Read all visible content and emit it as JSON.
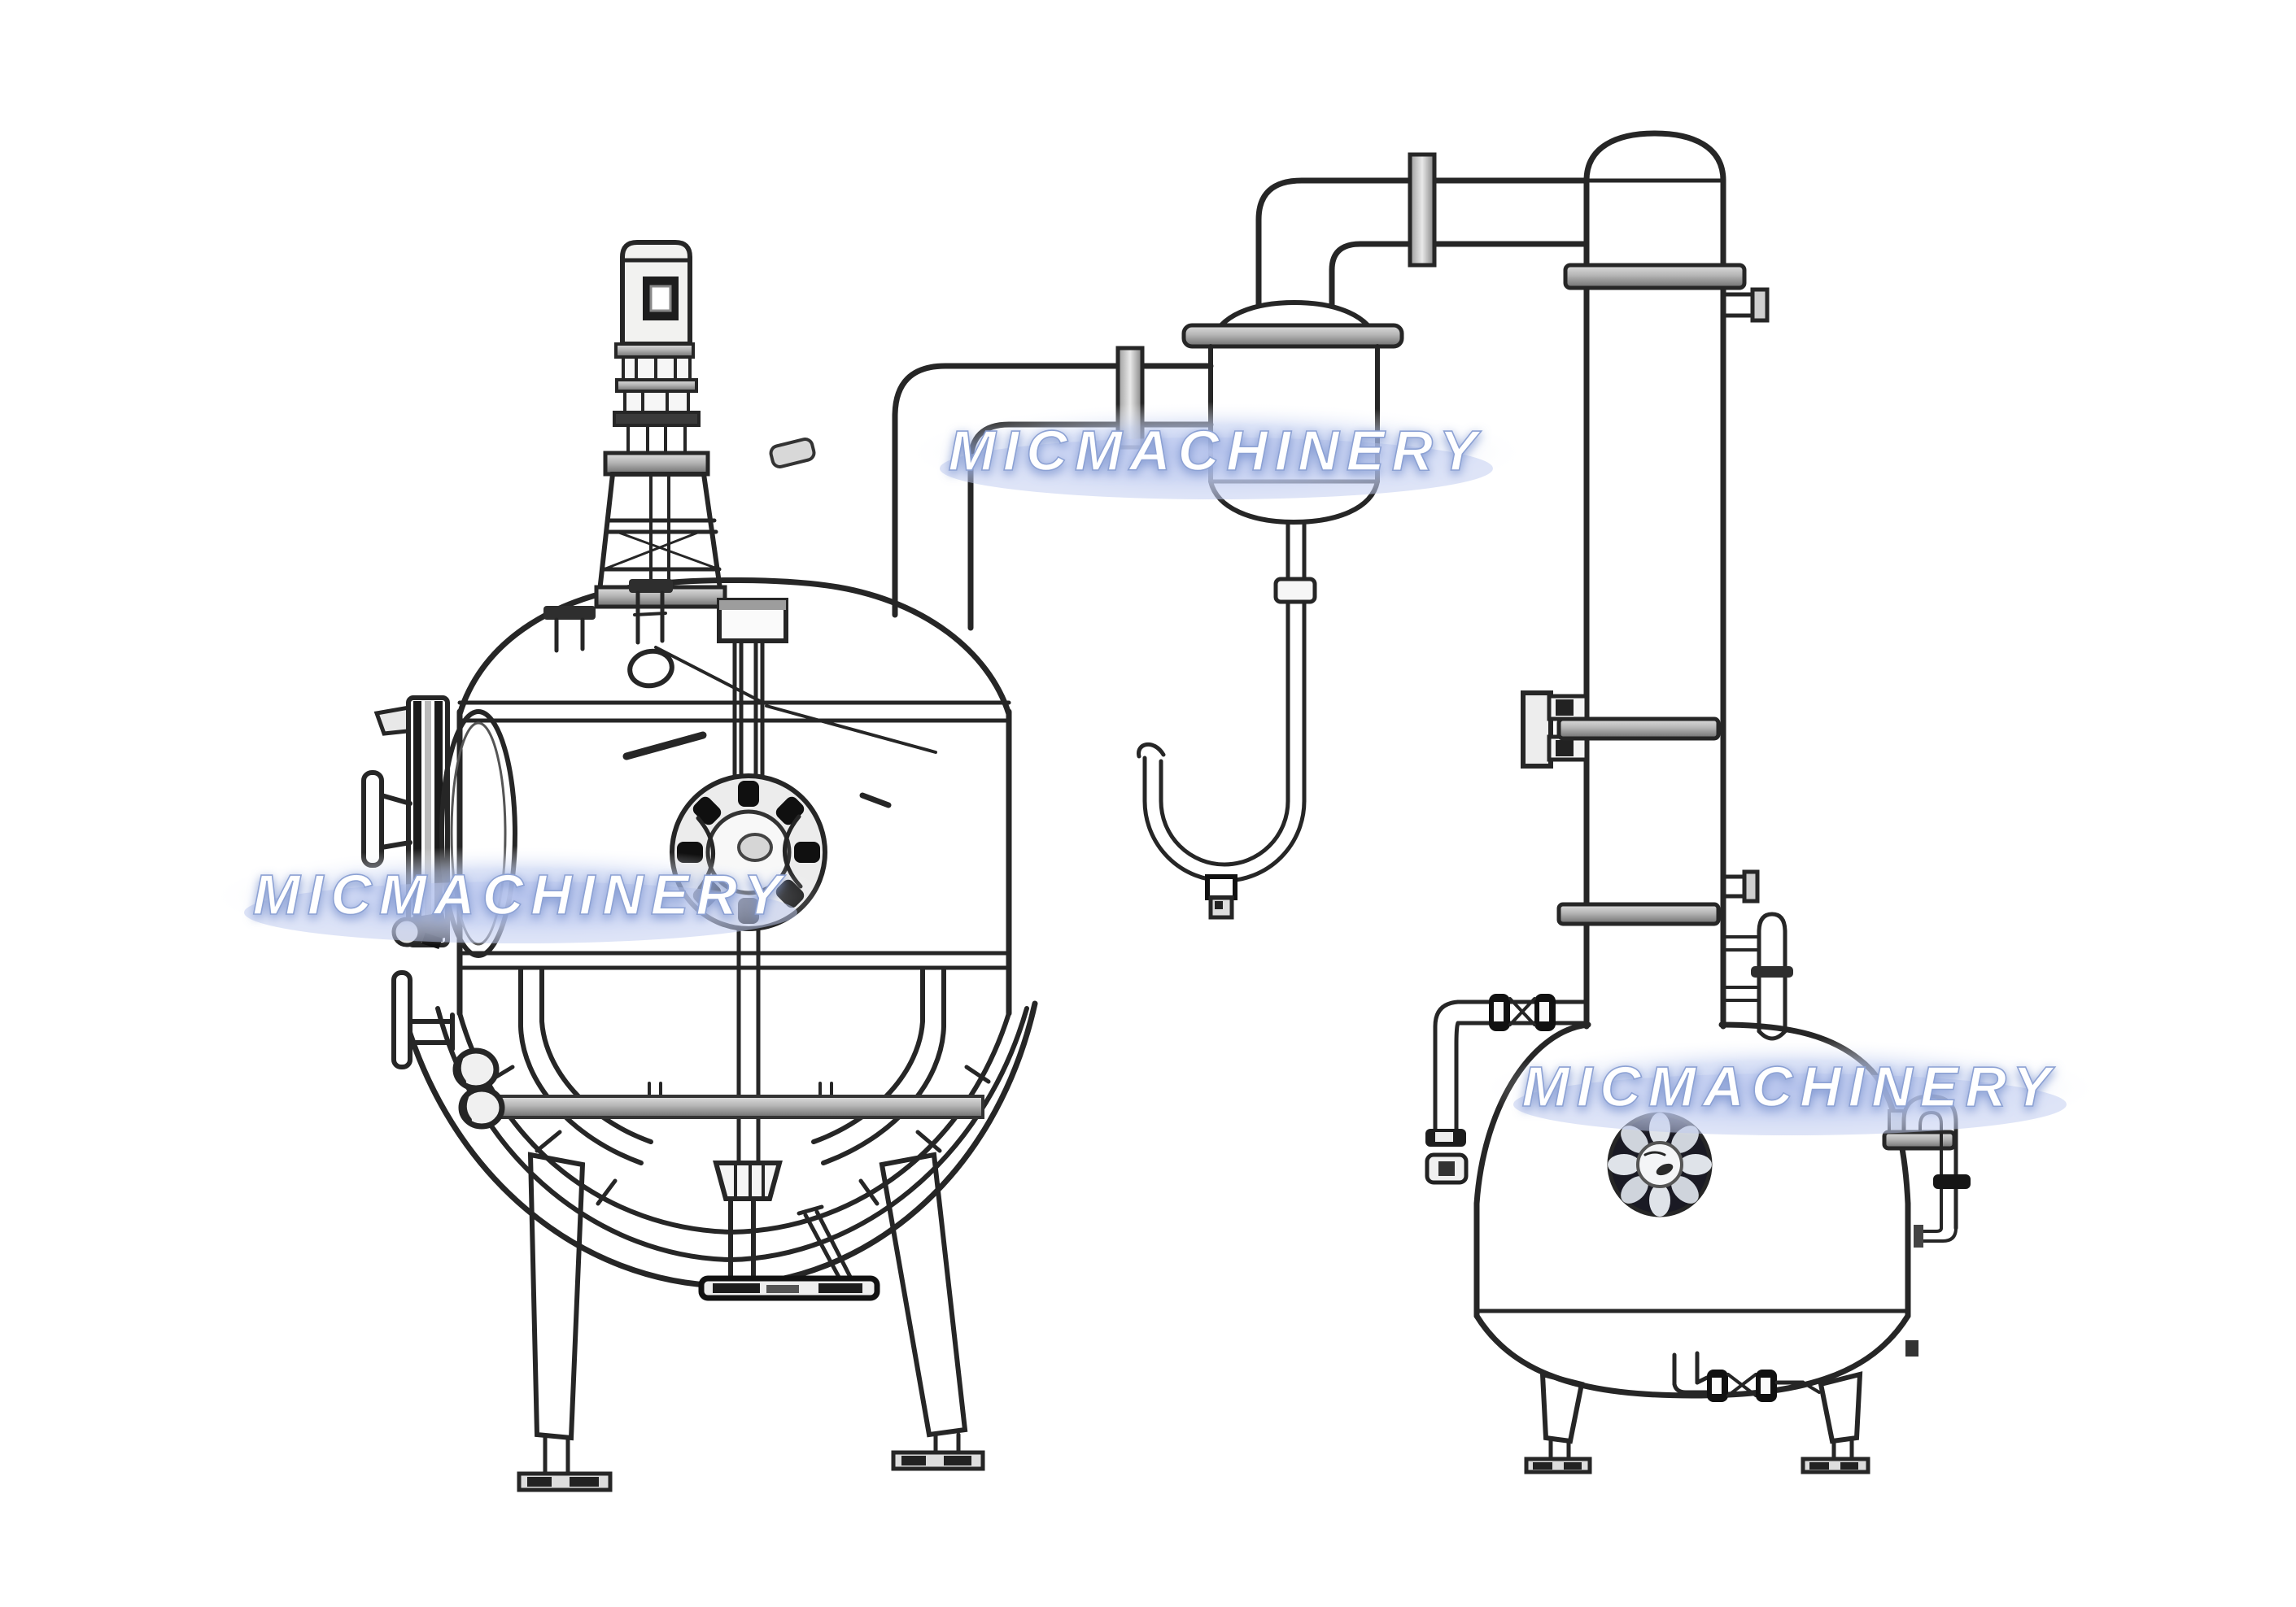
{
  "page": {
    "background": "#ffffff",
    "line_color": "#262626",
    "metal_light": "#ececec",
    "metal_dark": "#8d8d8d"
  },
  "watermark": {
    "text": "MICMACHINERY",
    "text_color": "#ffffff",
    "outline_color": "#8da2d4",
    "glow_color": "#aebdea",
    "instances": [
      {
        "id": "wm-top-center"
      },
      {
        "id": "wm-left-tank"
      },
      {
        "id": "wm-right-tank"
      }
    ]
  },
  "diagram": {
    "type": "technical-line-drawing",
    "subject": "Stainless-steel agitated extraction/evaporation tank connected by vapor piping to a separator pot, condenser column and receiver tank",
    "components": [
      "agitator-motor",
      "motor-coupling-stack",
      "drive-lantern-stand",
      "shaft-gland",
      "extraction-tank-shell",
      "dome-nozzle-capped",
      "dome-nozzle-sightglass",
      "side-manway-door",
      "manway-handle",
      "agitator-shaft",
      "center-flange-hub",
      "anchor-agitator-arms",
      "paddle-cross-bar",
      "heating-jacket-bottom",
      "bottom-bearing",
      "bottom-discharge-flange",
      "tank-leg-left",
      "tank-leg-right",
      "side-handle",
      "jacket-clamp-links",
      "vapor-riser-pipe",
      "lower-vapor-run",
      "pipe-flange-plate-lower",
      "upper-vapor-run",
      "pipe-flange-plate-upper",
      "separator-pot",
      "separator-flange-band",
      "separator-drop-pipe",
      "separator-union-collar",
      "separator-u-bend",
      "u-bend-drain-fitting",
      "condenser-column",
      "column-top-band",
      "column-side-nozzle-upper",
      "column-support-bracket",
      "column-mid-band",
      "column-lower-band",
      "column-side-nozzle-lower",
      "level-gauge-pipe",
      "receiver-tank-shell",
      "receiver-sight-glass",
      "receiver-left-valve-line",
      "butterfly-valve-left",
      "receiver-drop-outlet",
      "receiver-bottom-drain",
      "butterfly-valve-bottom",
      "receiver-right-pipe",
      "receiver-leg-left",
      "receiver-leg-right"
    ]
  }
}
